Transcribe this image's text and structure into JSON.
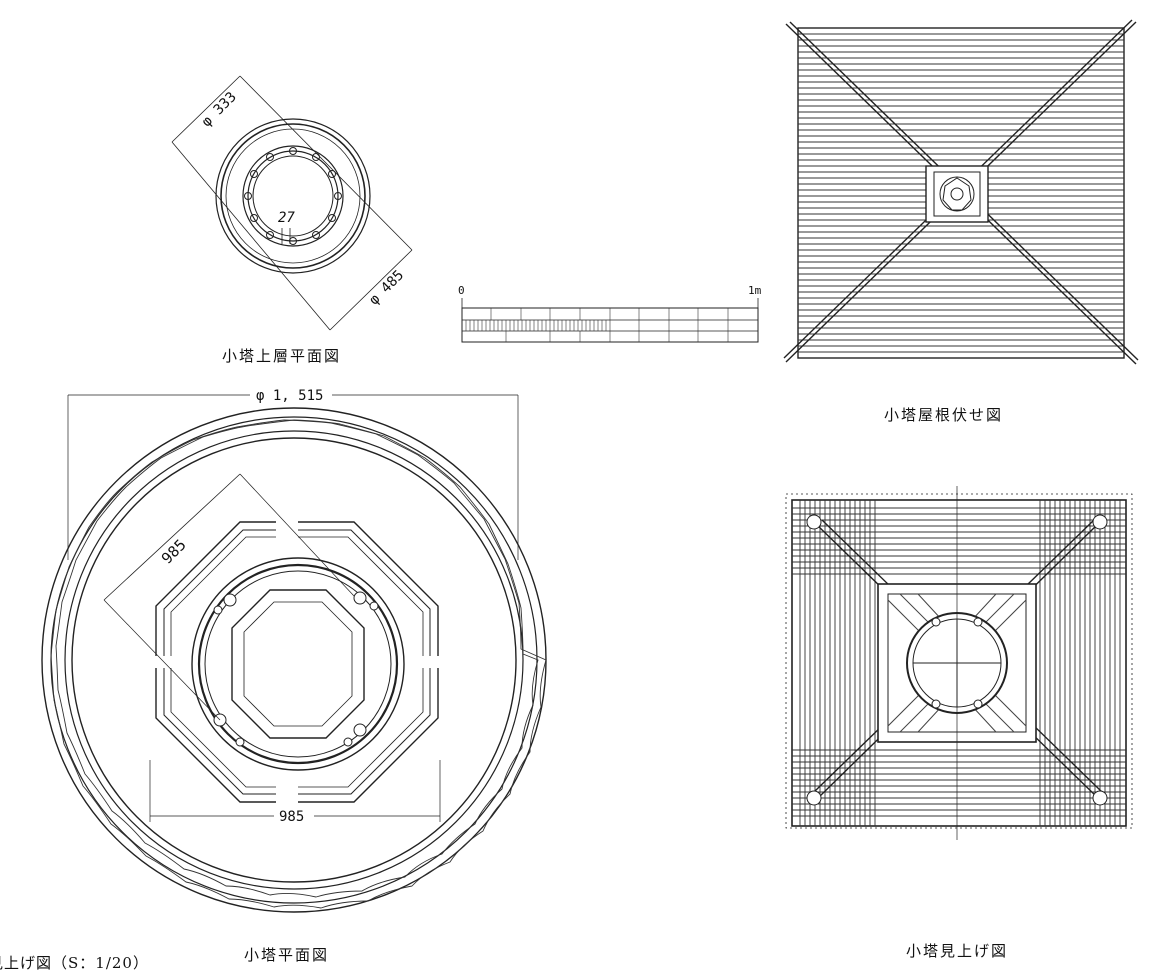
{
  "captions": {
    "upper_plan": "小塔上層平面図",
    "roof_plan": "小塔屋根伏せ図",
    "plan": "小塔平面図",
    "bottom_view": "小塔見上げ図",
    "partial_left": "見上げ図（S：1/20）"
  },
  "dimensions": {
    "upper_outer": "φ 485",
    "upper_inner": "φ 333",
    "column": "27",
    "plan_outer": "φ 1, 515",
    "plan_oct_diag": "985",
    "plan_oct_width": "985"
  },
  "scale_bar": {
    "start": "0",
    "end": "1m"
  }
}
